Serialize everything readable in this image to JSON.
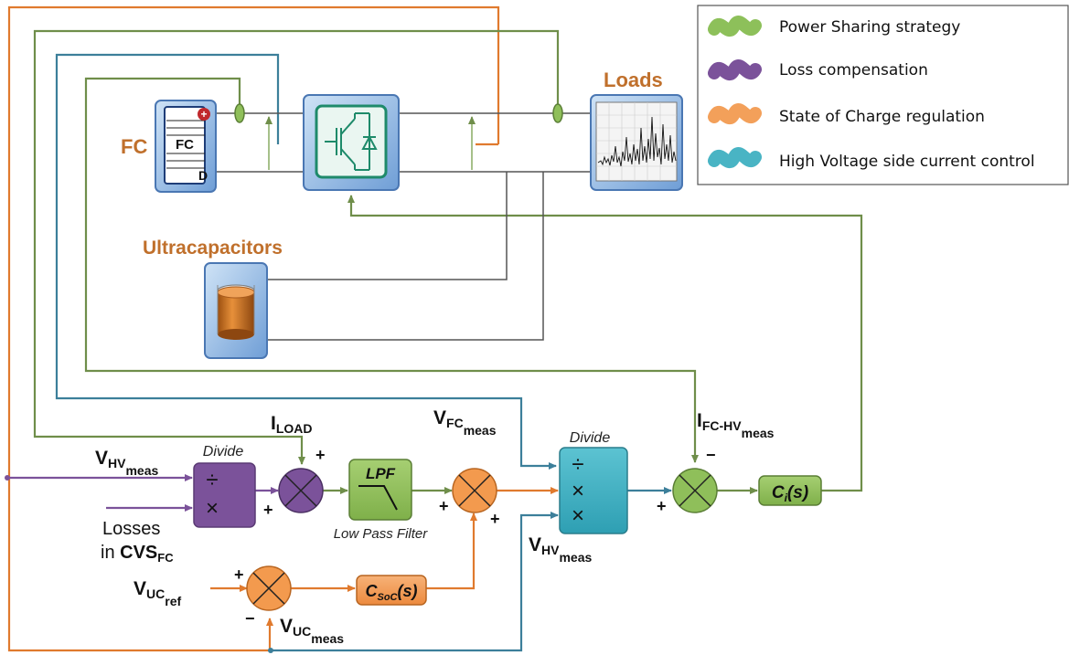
{
  "legend": {
    "items": [
      {
        "label": "Power Sharing strategy",
        "color": "#8dc05a"
      },
      {
        "label": "Loss compensation",
        "color": "#7b529a"
      },
      {
        "label": "State of Charge regulation",
        "color": "#f3a05a"
      },
      {
        "label": "High Voltage side current control",
        "color": "#49b4c4"
      }
    ]
  },
  "components": {
    "fc_label": "FC",
    "fc_inner_label": "FC",
    "fc_minus": "D",
    "loads_label": "Loads",
    "uc_label": "Ultracapacitors"
  },
  "signals": {
    "vhv_meas_left": {
      "main": "V",
      "sub": "HV",
      "subsub": "meas"
    },
    "losses_line1": "Losses",
    "losses_line2_prefix": "in ",
    "losses_line2_main": "CVS",
    "losses_line2_sub": "FC",
    "i_load": {
      "main": "I",
      "sub": "LOAD"
    },
    "vfc_meas": {
      "main": "V",
      "sub": "FC",
      "subsub": "meas"
    },
    "ifc_hv_meas": {
      "main": "I",
      "sub": "FC-HV",
      "subsub": "meas"
    },
    "vhv_meas_right": {
      "main": "V",
      "sub": "HV",
      "subsub": "meas"
    },
    "vuc_ref": {
      "main": "V",
      "sub": "UC",
      "subsub": "ref"
    },
    "vuc_meas": {
      "main": "V",
      "sub": "UC",
      "subsub": "meas"
    }
  },
  "blocks": {
    "divide1_caption": "Divide",
    "divide1_ops": [
      "÷",
      "×"
    ],
    "lpf_label": "LPF",
    "lpf_caption": "Low Pass Filter",
    "divide2_caption": "Divide",
    "divide2_ops": [
      "÷",
      "×",
      "×"
    ],
    "csoc_main": "C",
    "csoc_sub": "SoC",
    "csoc_tail": "(s)",
    "ci_main": "C",
    "ci_sub": "i",
    "ci_tail": "(s)"
  },
  "signs": {
    "plus": "+",
    "minus": "−"
  },
  "colors": {
    "green": "#6f8e4a",
    "purple": "#7b529a",
    "orange": "#e07a2e",
    "teal": "#3c7f9a",
    "title_orange": "#c0702c"
  }
}
